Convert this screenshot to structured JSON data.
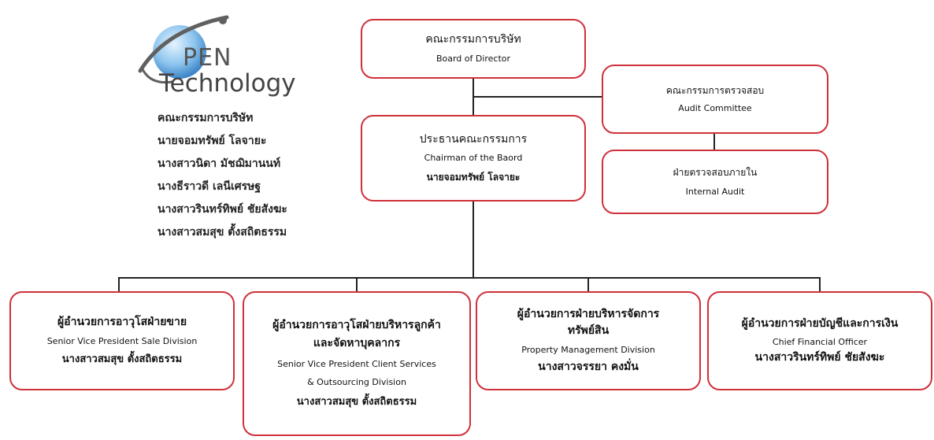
{
  "logo": {
    "word_top": "PEN",
    "word_bottom": "Technology",
    "colors": {
      "globe": "#7ab8e8",
      "swoosh": "#606060"
    }
  },
  "directors_panel": {
    "heading": "คณะกรรมการบริษัท",
    "names": [
      "นายจอมทรัพย์ โลจายะ",
      "นางสาวนิดา มัชฌิมานนท์",
      "นางธีราวดี เลนีเศรษฐ",
      "นางสาวรินทร์ทิพย์ ชัยสังฆะ",
      "นางสาวสมสุข ตั้งสถิตธรรม"
    ]
  },
  "boxes": {
    "board": {
      "th": "คณะกรรมการบริษัท",
      "en": "Board of Director"
    },
    "audit_committee": {
      "th": "คณะกรรมการตรวจสอบ",
      "en": "Audit Committee"
    },
    "chairman": {
      "th": "ประธานคณะกรรมการ",
      "en": "Chairman of the Baord",
      "person": "นายจอมทรัพย์ โลจายะ"
    },
    "internal_audit": {
      "th": "ฝ่ายตรวจสอบภายใน",
      "en": "Internal Audit"
    },
    "svp_sale": {
      "th": "ผู้อำนวยการอาวุโสฝ่ายขาย",
      "en": "Senior Vice President Sale Division",
      "person": "นางสาวสมสุข ตั้งสถิตธรรม"
    },
    "svp_client": {
      "th_line1": "ผู้อำนวยการอาวุโสฝ่ายบริหารลูกค้า",
      "th_line2": "และจัดหาบุคลากร",
      "en_line1": "Senior Vice President Client Services",
      "en_line2": "& Outsourcing Division",
      "person": "นางสาวสมสุข ตั้งสถิตธรรม"
    },
    "property": {
      "th_line1": "ผู้อำนวยการฝ่ายบริหารจัดการ",
      "th_line2": "ทรัพย์สิน",
      "en": "Property Management Division",
      "person": "นางสาวจรรยา คงมั่น"
    },
    "cfo": {
      "th": "ผู้อำนวยการฝ่ายบัญชีและการเงิน",
      "en": "Chief Financial Officer",
      "person": "นางสาวรินทร์ทิพย์ ชัยสังฆะ"
    }
  },
  "colors": {
    "box_border": "#d0303a",
    "connector": "#222222"
  }
}
